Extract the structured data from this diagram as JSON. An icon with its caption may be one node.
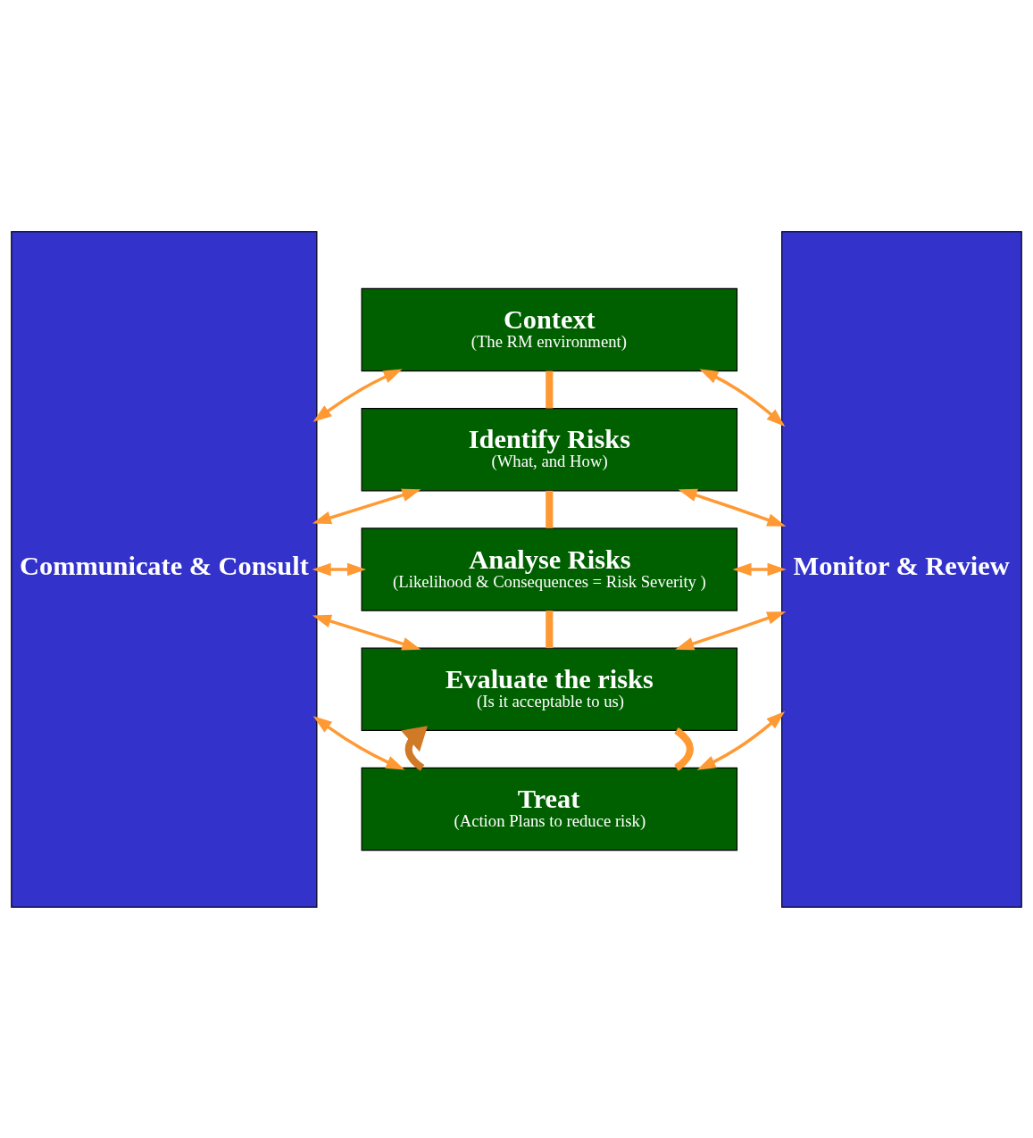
{
  "diagram": {
    "nodes": [
      {
        "text": [
          "Communicate & Consult"
        ]
      },
      {
        "text": [
          "Context",
          "(The RM environment)"
        ]
      },
      {
        "text": [
          "Identify Risks",
          "(What, and How)"
        ]
      },
      {
        "text": [
          "Analyse Risks",
          "(Likelihood & Consequences = Risk Severity )"
        ]
      },
      {
        "text": [
          "Evaluate the risks",
          "(Is it acceptable to us)"
        ]
      },
      {
        "text": [
          "Treat",
          "(Action Plans to reduce risk)"
        ]
      },
      {
        "text": [
          "Monitor & Review"
        ]
      }
    ],
    "edges": [
      {
        "from": 1,
        "to": 2,
        "arrow": "none",
        "style": "thick"
      },
      {
        "from": 2,
        "to": 3,
        "arrow": "none",
        "style": "thick"
      },
      {
        "from": 3,
        "to": 4,
        "arrow": "none",
        "style": "thick"
      },
      {
        "from": 4,
        "to": 5,
        "arrow": "none",
        "style": "thick"
      },
      {
        "from": 0,
        "to": 1,
        "arrow": "both"
      },
      {
        "from": 0,
        "to": 2,
        "arrow": "both"
      },
      {
        "from": 0,
        "to": 3,
        "arrow": "both"
      },
      {
        "from": 0,
        "to": 4,
        "arrow": "both"
      },
      {
        "from": 0,
        "to": 5,
        "arrow": "both"
      },
      {
        "from": 1,
        "to": 6,
        "arrow": "both"
      },
      {
        "from": 2,
        "to": 6,
        "arrow": "both"
      },
      {
        "from": 3,
        "to": 6,
        "arrow": "both"
      },
      {
        "from": 4,
        "to": 6,
        "arrow": "both"
      },
      {
        "from": 5,
        "to": 6,
        "arrow": "both"
      },
      {
        "from": 5,
        "to": 4,
        "arrow": "to",
        "style": "thick",
        "color": "#d07a28"
      }
    ]
  }
}
